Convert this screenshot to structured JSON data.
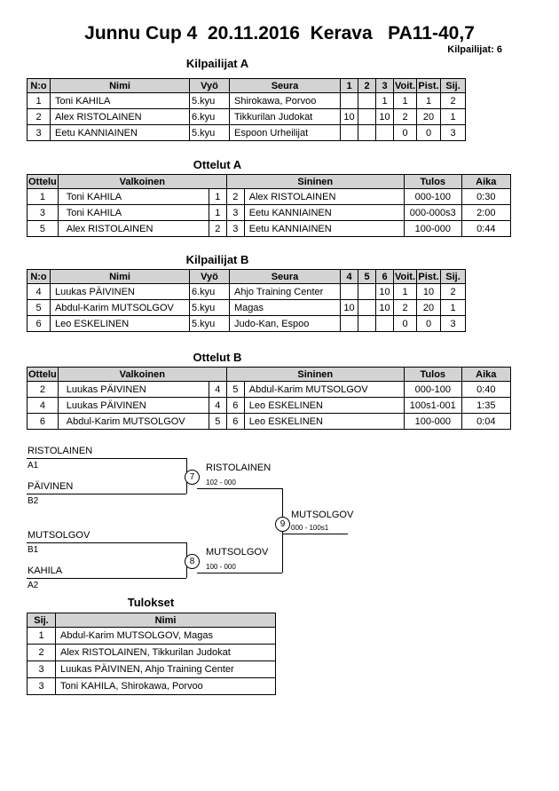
{
  "page": {
    "title": "Junnu Cup 4  20.11.2016  Kerava   PA11-40,7",
    "competitors_count": "Kilpailijat: 6"
  },
  "kilpailijatA": {
    "heading": "Kilpailijat A",
    "headers": {
      "no": "N:o",
      "nimi": "Nimi",
      "vyo": "Vyö",
      "seura": "Seura",
      "c1": "1",
      "c2": "2",
      "c3": "3",
      "voit": "Voit.",
      "pist": "Pist.",
      "sij": "Sij."
    },
    "rows": [
      {
        "no": "1",
        "nimi": "Toni KAHILA",
        "vyo": "5.kyu",
        "seura": "Shirokawa, Porvoo",
        "s1": "",
        "s2": "",
        "s3": "1",
        "voit": "1",
        "pist": "1",
        "sij": "2"
      },
      {
        "no": "2",
        "nimi": "Alex RISTOLAINEN",
        "vyo": "6.kyu",
        "seura": "Tikkurilan Judokat",
        "s1": "10",
        "s2": "",
        "s3": "10",
        "voit": "2",
        "pist": "20",
        "sij": "1"
      },
      {
        "no": "3",
        "nimi": "Eetu KANNIAINEN",
        "vyo": "5.kyu",
        "seura": "Espoon Urheilijat",
        "s1": "",
        "s2": "",
        "s3": "",
        "voit": "0",
        "pist": "0",
        "sij": "3"
      }
    ]
  },
  "ottelutA": {
    "heading": "Ottelut A",
    "headers": {
      "ottelu": "Ottelu",
      "valkoinen": "Valkoinen",
      "sininen": "Sininen",
      "tulos": "Tulos",
      "aika": "Aika"
    },
    "rows": [
      {
        "ottelu": "1",
        "valkoinen": "Toni KAHILA",
        "vno": "1",
        "sno": "2",
        "sininen": "Alex RISTOLAINEN",
        "tulos": "000-100",
        "aika": "0:30"
      },
      {
        "ottelu": "3",
        "valkoinen": "Toni KAHILA",
        "vno": "1",
        "sno": "3",
        "sininen": "Eetu KANNIAINEN",
        "tulos": "000-000s3",
        "aika": "2:00"
      },
      {
        "ottelu": "5",
        "valkoinen": "Alex RISTOLAINEN",
        "vno": "2",
        "sno": "3",
        "sininen": "Eetu KANNIAINEN",
        "tulos": "100-000",
        "aika": "0:44"
      }
    ]
  },
  "kilpailijatB": {
    "heading": "Kilpailijat B",
    "headers": {
      "no": "N:o",
      "nimi": "Nimi",
      "vyo": "Vyö",
      "seura": "Seura",
      "c1": "4",
      "c2": "5",
      "c3": "6",
      "voit": "Voit.",
      "pist": "Pist.",
      "sij": "Sij."
    },
    "rows": [
      {
        "no": "4",
        "nimi": "Luukas PÄIVINEN",
        "vyo": "6.kyu",
        "seura": "Ahjo Training Center",
        "s1": "",
        "s2": "",
        "s3": "10",
        "voit": "1",
        "pist": "10",
        "sij": "2"
      },
      {
        "no": "5",
        "nimi": "Abdul-Karim MUTSOLGOV",
        "vyo": "5.kyu",
        "seura": "Magas",
        "s1": "10",
        "s2": "",
        "s3": "10",
        "voit": "2",
        "pist": "20",
        "sij": "1"
      },
      {
        "no": "6",
        "nimi": "Leo ESKELINEN",
        "vyo": "5.kyu",
        "seura": "Judo-Kan, Espoo",
        "s1": "",
        "s2": "",
        "s3": "",
        "voit": "0",
        "pist": "0",
        "sij": "3"
      }
    ]
  },
  "ottelutB": {
    "heading": "Ottelut B",
    "headers": {
      "ottelu": "Ottelu",
      "valkoinen": "Valkoinen",
      "sininen": "Sininen",
      "tulos": "Tulos",
      "aika": "Aika"
    },
    "rows": [
      {
        "ottelu": "2",
        "valkoinen": "Luukas PÄIVINEN",
        "vno": "4",
        "sno": "5",
        "sininen": "Abdul-Karim MUTSOLGOV",
        "tulos": "000-100",
        "aika": "0:40"
      },
      {
        "ottelu": "4",
        "valkoinen": "Luukas PÄIVINEN",
        "vno": "4",
        "sno": "6",
        "sininen": "Leo ESKELINEN",
        "tulos": "100s1-001",
        "aika": "1:35"
      },
      {
        "ottelu": "6",
        "valkoinen": "Abdul-Karim MUTSOLGOV",
        "vno": "5",
        "sno": "6",
        "sininen": "Leo ESKELINEN",
        "tulos": "100-000",
        "aika": "0:04"
      }
    ]
  },
  "bracket": {
    "semi1": {
      "top_name": "RISTOLAINEN",
      "top_code": "A1",
      "bottom_name": "PÄIVINEN",
      "bottom_code": "B2",
      "match_no": "7",
      "winner": "RISTOLAINEN",
      "score": "102 - 000"
    },
    "semi2": {
      "top_name": "MUTSOLGOV",
      "top_code": "B1",
      "bottom_name": "KAHILA",
      "bottom_code": "A2",
      "match_no": "8",
      "winner": "MUTSOLGOV",
      "score": "100 - 000"
    },
    "final": {
      "match_no": "9",
      "winner": "MUTSOLGOV",
      "score": "000 - 100s1"
    }
  },
  "tulokset": {
    "heading": "Tulokset",
    "headers": {
      "sij": "Sij.",
      "nimi": "Nimi"
    },
    "rows": [
      {
        "sij": "1",
        "nimi": "Abdul-Karim MUTSOLGOV, Magas"
      },
      {
        "sij": "2",
        "nimi": "Alex RISTOLAINEN, Tikkurilan Judokat"
      },
      {
        "sij": "3",
        "nimi": "Luukas PÄIVINEN, Ahjo Training Center"
      },
      {
        "sij": "3",
        "nimi": "Toni KAHILA, Shirokawa, Porvoo"
      }
    ]
  }
}
